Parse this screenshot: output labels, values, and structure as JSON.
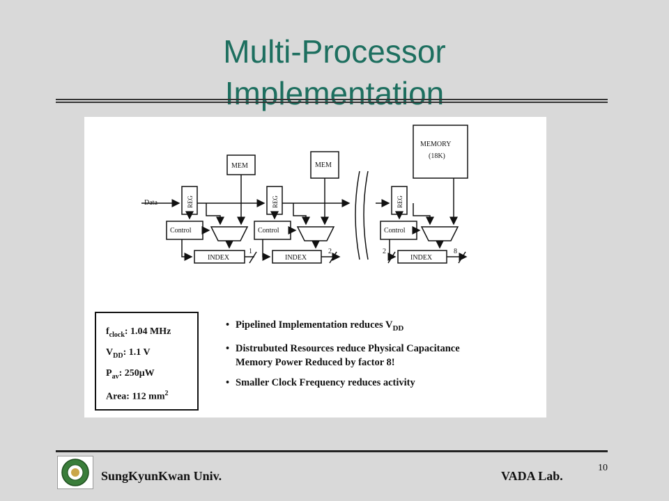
{
  "slide": {
    "title_line1": "Multi-Processor",
    "title_line2": "Implementation",
    "page_number": "10"
  },
  "diagram": {
    "data_label": "Data",
    "reg_label": "REG",
    "mem_label": "MEM",
    "control_label": "Control",
    "index_label": "INDEX",
    "memory_label_line1": "MEMORY",
    "memory_label_line2": "(18K)",
    "index_numbers": [
      "1",
      "2",
      "2",
      "8"
    ]
  },
  "specs": {
    "fclock_symbol": "f",
    "fclock_sub": "clock",
    "fclock_value": ": 1.04 MHz",
    "vdd_symbol": "V",
    "vdd_sub": "DD",
    "vdd_value": ": 1.1 V",
    "pav_symbol": "P",
    "pav_sub": "av",
    "pav_value": ": 250μW",
    "area_text": "Area: 112 mm",
    "area_sup": "2"
  },
  "bullets": {
    "marker": "•",
    "b1_text": "Pipelined Implementation reduces V",
    "b1_sub": "DD",
    "b2_line1": "Distrubuted Resources reduce Physical Capacitance",
    "b2_line2": "Memory Power Reduced by factor 8!",
    "b3_text": "Smaller Clock Frequency reduces activity"
  },
  "footer": {
    "left_text": "SungKyunKwan Univ.",
    "right_text": "VADA Lab."
  }
}
